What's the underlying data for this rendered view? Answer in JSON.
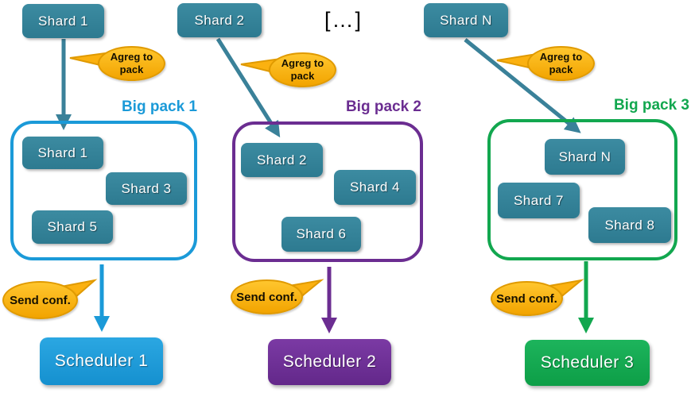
{
  "ellipsis": "[…]",
  "colors": {
    "shard_teal": "#307e95",
    "arrow_teal": "#3a8199",
    "pack1_blue": "#1b9ad8",
    "pack2_purple": "#6b2d91",
    "pack3_green": "#12a74f",
    "bubble_orange_fill": "#fbb110",
    "bubble_orange_border": "#e09a00"
  },
  "columns": [
    {
      "top_shard": "Shard 1",
      "agreg_bubble": "Agreg to pack",
      "pack_label": "Big pack 1",
      "shards": [
        "Shard 1",
        "Shard 3",
        "Shard 5"
      ],
      "send_bubble": "Send conf.",
      "scheduler": "Scheduler 1"
    },
    {
      "top_shard": "Shard 2",
      "agreg_bubble": "Agreg to pack",
      "pack_label": "Big pack 2",
      "shards": [
        "Shard 2",
        "Shard 4",
        "Shard 6"
      ],
      "send_bubble": "Send conf.",
      "scheduler": "Scheduler 2"
    },
    {
      "top_shard": "Shard N",
      "agreg_bubble": "Agreg to pack",
      "pack_label": "Big pack 3",
      "shards": [
        "Shard N",
        "Shard 7",
        "Shard 8"
      ],
      "send_bubble": "Send conf.",
      "scheduler": "Scheduler 3"
    }
  ]
}
